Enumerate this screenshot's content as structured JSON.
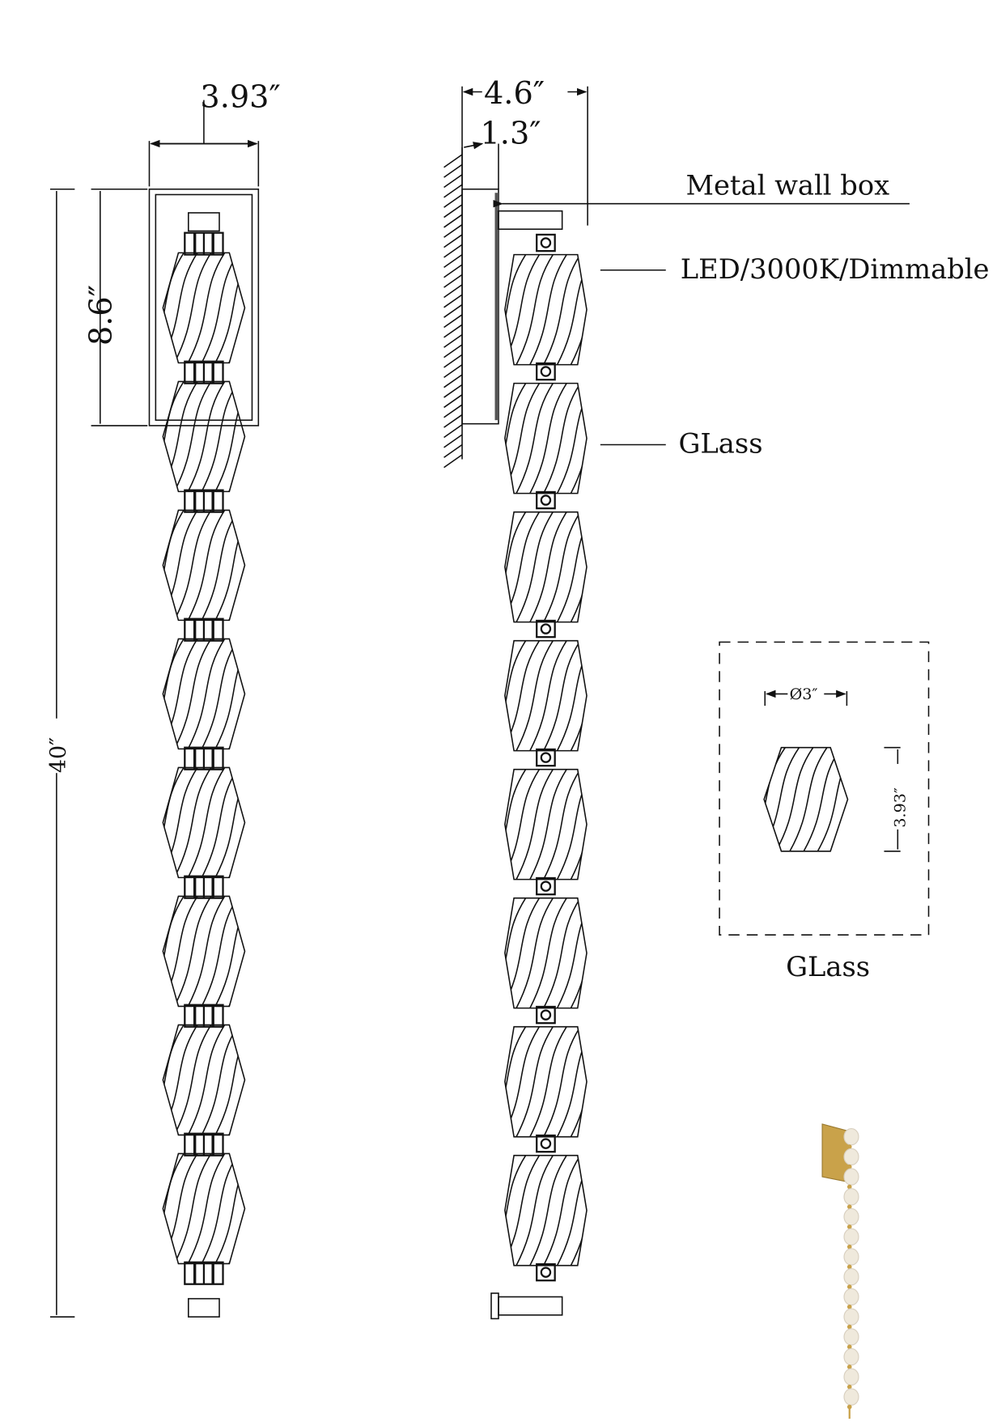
{
  "front_view": {
    "width_label": "3.93″",
    "box_height_label": "8.6″",
    "total_height_label": "40″",
    "glass_count": 8
  },
  "side_view": {
    "depth_label": "4.6″",
    "box_depth_label": "1.3″",
    "glass_count": 8
  },
  "callouts": {
    "wall_box": "Metal wall box",
    "led": "LED/3000K/Dimmable",
    "glass": "GLass"
  },
  "detail": {
    "diameter_label": "Ø3″",
    "height_label": "3.93″",
    "caption": "GLass"
  },
  "colors": {
    "line": "#111111",
    "brass": "#c9a24a",
    "glass": "#efe9dc"
  }
}
